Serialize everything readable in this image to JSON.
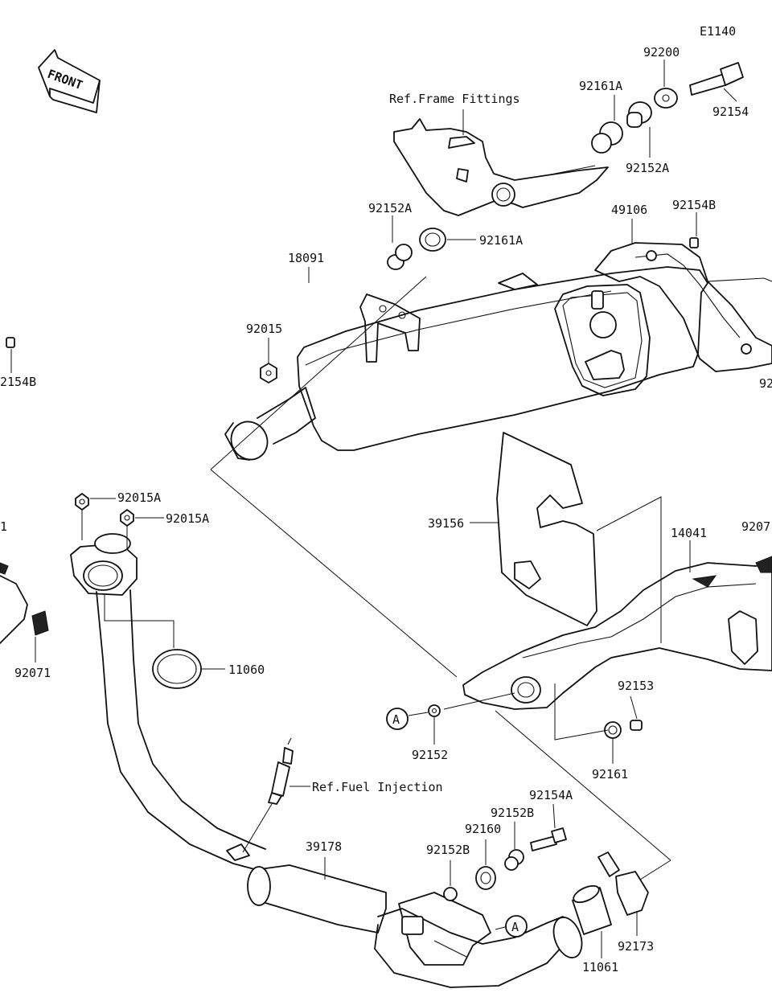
{
  "diagram_code": "E1140",
  "front_label": "FRONT",
  "callout_a": "A",
  "labels": {
    "p92200": "92200",
    "p92161A_top": "92161A",
    "p92154": "92154",
    "ref_frame": "Ref.Frame Fittings",
    "p92152A_right": "92152A",
    "p92152A_left": "92152A",
    "p92161A_mid": "92161A",
    "p49106": "49106",
    "p92154B_right": "92154B",
    "p92154B_left": "2154B",
    "p18091": "18091",
    "p92015": "92015",
    "p92_edge": "92",
    "p92015A_1": "92015A",
    "p92015A_2": "92015A",
    "p1_edge": "1",
    "p39156": "39156",
    "p14041": "14041",
    "p9207_edge": "9207",
    "p11060": "11060",
    "p92071": "92071",
    "p92153": "92153",
    "p92152": "92152",
    "p92161": "92161",
    "ref_fuel": "Ref.Fuel Injection",
    "p92154A": "92154A",
    "p92152B_1": "92152B",
    "p92160": "92160",
    "p92152B_2": "92152B",
    "p39178": "39178",
    "p92173": "92173",
    "p11061": "11061"
  }
}
